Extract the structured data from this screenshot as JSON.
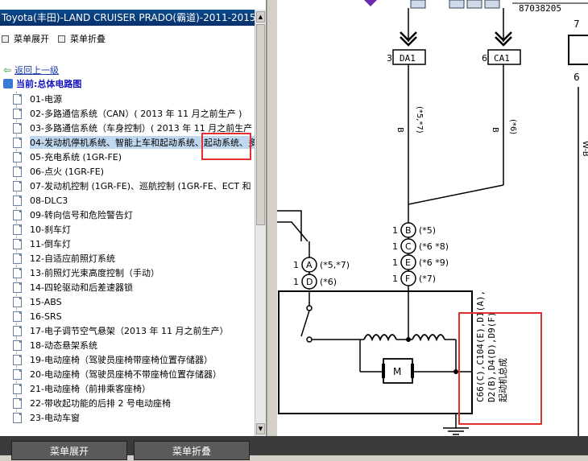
{
  "left": {
    "title": "Toyota(丰田)-LAND CRUISER PRADO(霸道)-2011-2015-",
    "expand_label": "菜单展开",
    "collapse_label": "菜单折叠",
    "back_label": "返回上一级",
    "current_label": "当前:总体电路图",
    "items": [
      "01-电源",
      "02-多路通信系统（CAN）( 2013 年 11 月之前生产 )",
      "03-多路通信系统（车身控制）( 2013 年 11 月之前生产",
      "04-发动机停机系统、智能上车和起动系统、起动系统、多",
      "05-充电系统 (1GR-FE)",
      "06-点火 (1GR-FE)",
      "07-发动机控制 (1GR-FE)、巡航控制 (1GR-FE、ECT 和",
      "08-DLC3",
      "09-转向信号和危险警告灯",
      "10-刹车灯",
      "11-倒车灯",
      "12-自适应前照灯系统",
      "13-前照灯光束高度控制（手动）",
      "14-四轮驱动和后差速器锁",
      "15-ABS",
      "16-SRS",
      "17-电子调节空气悬架（2013 年 11 月之前生产）",
      "18-动态悬架系统",
      "19-电动座椅（驾驶员座椅带座椅位置存储器）",
      "20-电动座椅（驾驶员座椅不带座椅位置存储器）",
      "21-电动座椅（前排乘客座椅）",
      "22-带收起功能的后排 2 号电动座椅",
      "23-电动车窗"
    ],
    "selected_index": 3
  },
  "diagram": {
    "top_number": "87038205",
    "right_num_top": "7",
    "right_num_mid": "6",
    "conn_da1_pin": "3",
    "conn_da1": "DA1",
    "conn_ca1_pin": "6",
    "conn_ca1": "CA1",
    "wire_b1": "B",
    "wire_b1_note": "(*5,*7)",
    "wire_b2": "B",
    "wire_b2_note": "(*6)",
    "wire_wb": "W-B",
    "pins": [
      {
        "num": "1",
        "letter": "B",
        "note": "(*5)"
      },
      {
        "num": "1",
        "letter": "C",
        "note": "(*6 *8)"
      },
      {
        "num": "1",
        "letter": "E",
        "note": "(*6 *9)"
      },
      {
        "num": "1",
        "letter": "F",
        "note": "(*7)"
      }
    ],
    "pins_left": [
      {
        "num": "1",
        "letter": "A",
        "note": "(*5,*7)"
      },
      {
        "num": "1",
        "letter": "D",
        "note": "(*6)"
      }
    ],
    "motor_label": "M",
    "assembly_line1": "C66(C),C104(E),D1(A),",
    "assembly_line2": "D2(B),D4(D),D9(F)",
    "assembly_line3": "起动机总成"
  },
  "bottom": {
    "btn_expand": "菜单展开",
    "btn_collapse": "菜单折叠"
  },
  "colors": {
    "title_bg": "#0a246a",
    "highlight_red": "#e03030",
    "selected_bg": "#bfd7ef"
  }
}
